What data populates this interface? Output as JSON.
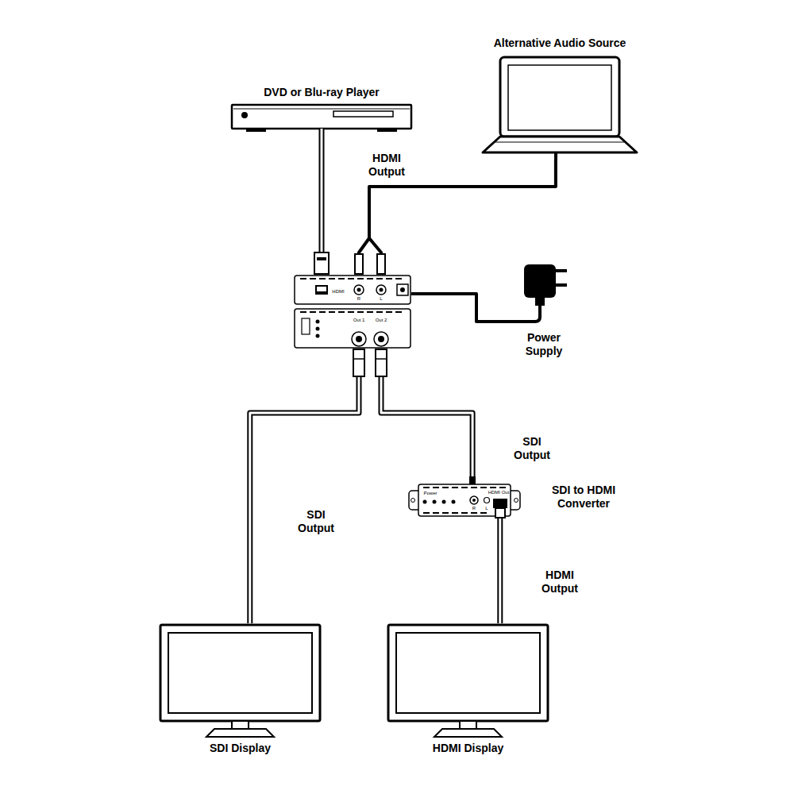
{
  "diagram": {
    "nodes": [
      {
        "text": [
          "DVD or Blu-ray Player"
        ]
      },
      {
        "text": [
          "Alternative Audio Source"
        ]
      },
      {
        "text": [
          "HDMI",
          "R",
          "L",
          "Out 1",
          "Out 2"
        ]
      },
      {
        "text": [
          "Power Supply"
        ]
      },
      {
        "text": [
          "SDI to HDMI Converter",
          "Power",
          "HDMI Out",
          "R",
          "L"
        ]
      },
      {
        "text": [
          "SDI Display"
        ]
      },
      {
        "text": [
          "HDMI Display"
        ]
      }
    ],
    "edges": [
      {
        "from": 0,
        "to": 2,
        "arrow": "none",
        "label": "HDMI Output"
      },
      {
        "from": 1,
        "to": 2,
        "arrow": "none"
      },
      {
        "from": 2,
        "to": 3,
        "arrow": "none"
      },
      {
        "from": 2,
        "to": 5,
        "arrow": "none",
        "label": "SDI Output"
      },
      {
        "from": 2,
        "to": 4,
        "arrow": "none",
        "label": "SDI Output"
      },
      {
        "from": 4,
        "to": 6,
        "arrow": "none",
        "label": "HDMI Output"
      }
    ]
  }
}
